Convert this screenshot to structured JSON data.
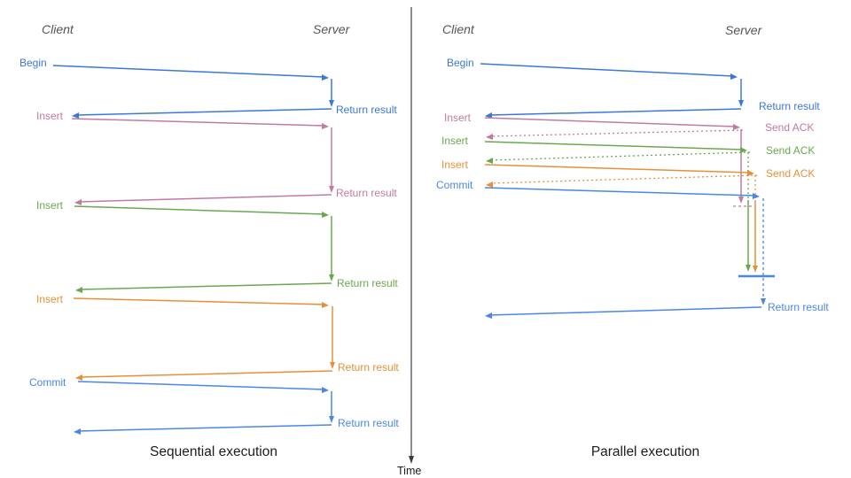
{
  "colors": {
    "blue": "#3c78d8",
    "cornflower_blue": "#4a86e8",
    "pink": "#c27ba0",
    "green": "#6aa84f",
    "orange": "#e69138",
    "axis_gray": "#3d3d3d",
    "header_gray": "#555555",
    "title_black": "#1c1c1c"
  },
  "time_axis": {
    "label": "Time"
  },
  "sequential": {
    "title": "Sequential execution",
    "client_header": "Client",
    "server_header": "Server",
    "messages": {
      "begin": "Begin",
      "begin_return": "Return result",
      "insert1": "Insert",
      "insert1_return": "Return result",
      "insert2": "Insert",
      "insert2_return": "Return result",
      "insert3": "Insert",
      "insert3_return": "Return result",
      "commit": "Commit",
      "commit_return": "Return result"
    }
  },
  "parallel": {
    "title": "Parallel execution",
    "client_header": "Client",
    "server_header": "Server",
    "messages": {
      "begin": "Begin",
      "begin_return": "Return result",
      "insert1": "Insert",
      "insert1_ack": "Send ACK",
      "insert2": "Insert",
      "insert2_ack": "Send ACK",
      "insert3": "Insert",
      "insert3_ack": "Send ACK",
      "commit": "Commit",
      "commit_return": "Return result"
    }
  }
}
